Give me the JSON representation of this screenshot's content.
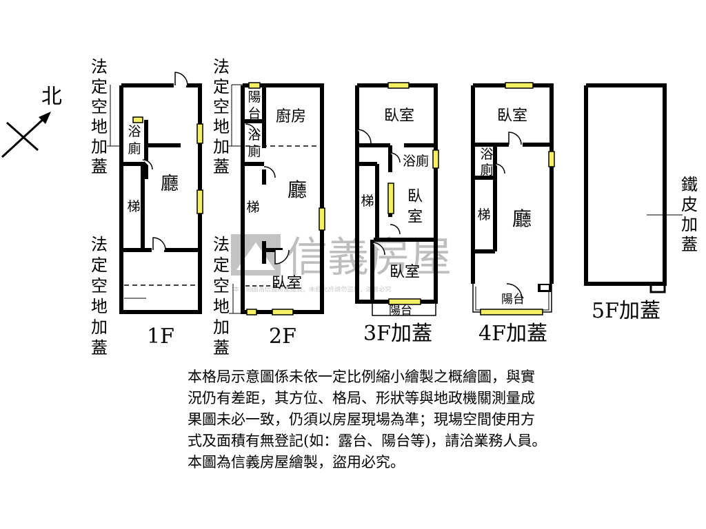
{
  "compass": {
    "north": "北"
  },
  "watermark": {
    "brand": "信義房屋",
    "notice": "本格局圖為信義房屋繪製，未經允許請勿盜用，違者必究"
  },
  "side_labels": {
    "legal_open_space_1f_top": "法定空地加蓋",
    "legal_open_space_1f_bottom": "法定空地加蓋",
    "legal_open_space_2f_top": "法定空地加蓋",
    "legal_open_space_2f_bottom": "法定空地加蓋",
    "iron_roof": "鐵皮加蓋"
  },
  "floors": [
    {
      "id": "1f",
      "label": "1F",
      "rooms": {
        "bath": [
          "浴",
          "廁"
        ],
        "living": "廳",
        "stairs": "梯"
      }
    },
    {
      "id": "2f",
      "label": "2F",
      "rooms": {
        "balcony": [
          "陽",
          "台"
        ],
        "kitchen": "廚房",
        "bath": [
          "浴",
          "廁"
        ],
        "living": "廳",
        "stairs": "梯",
        "bedroom": "臥室"
      }
    },
    {
      "id": "3f",
      "label": "3F加蓋",
      "rooms": {
        "bedroom_top": "臥室",
        "bath": "浴廁",
        "stairs": "梯",
        "bedroom_mid": [
          "臥",
          "室"
        ],
        "bedroom_bottom": "臥室",
        "balcony": "陽台"
      }
    },
    {
      "id": "4f",
      "label": "4F加蓋",
      "rooms": {
        "bedroom": "臥室",
        "bath": [
          "浴",
          "廁"
        ],
        "stairs": "梯",
        "living": "廳",
        "balcony": "陽台"
      }
    },
    {
      "id": "5f",
      "label": "5F加蓋",
      "rooms": {}
    }
  ],
  "disclaimer": [
    "本格局示意圖係未依一定比例縮小繪製之概繪圖，與實",
    "況仍有差距，其方位、格局、形狀等與地政機關測量成",
    "果圖未必一致，仍須以房屋現場為準；現場空間使用方",
    "式及面積有無登記(如：露台、陽台等)，請洽業務人員。",
    "本圖為信義房屋繪製，盜用必究。"
  ]
}
